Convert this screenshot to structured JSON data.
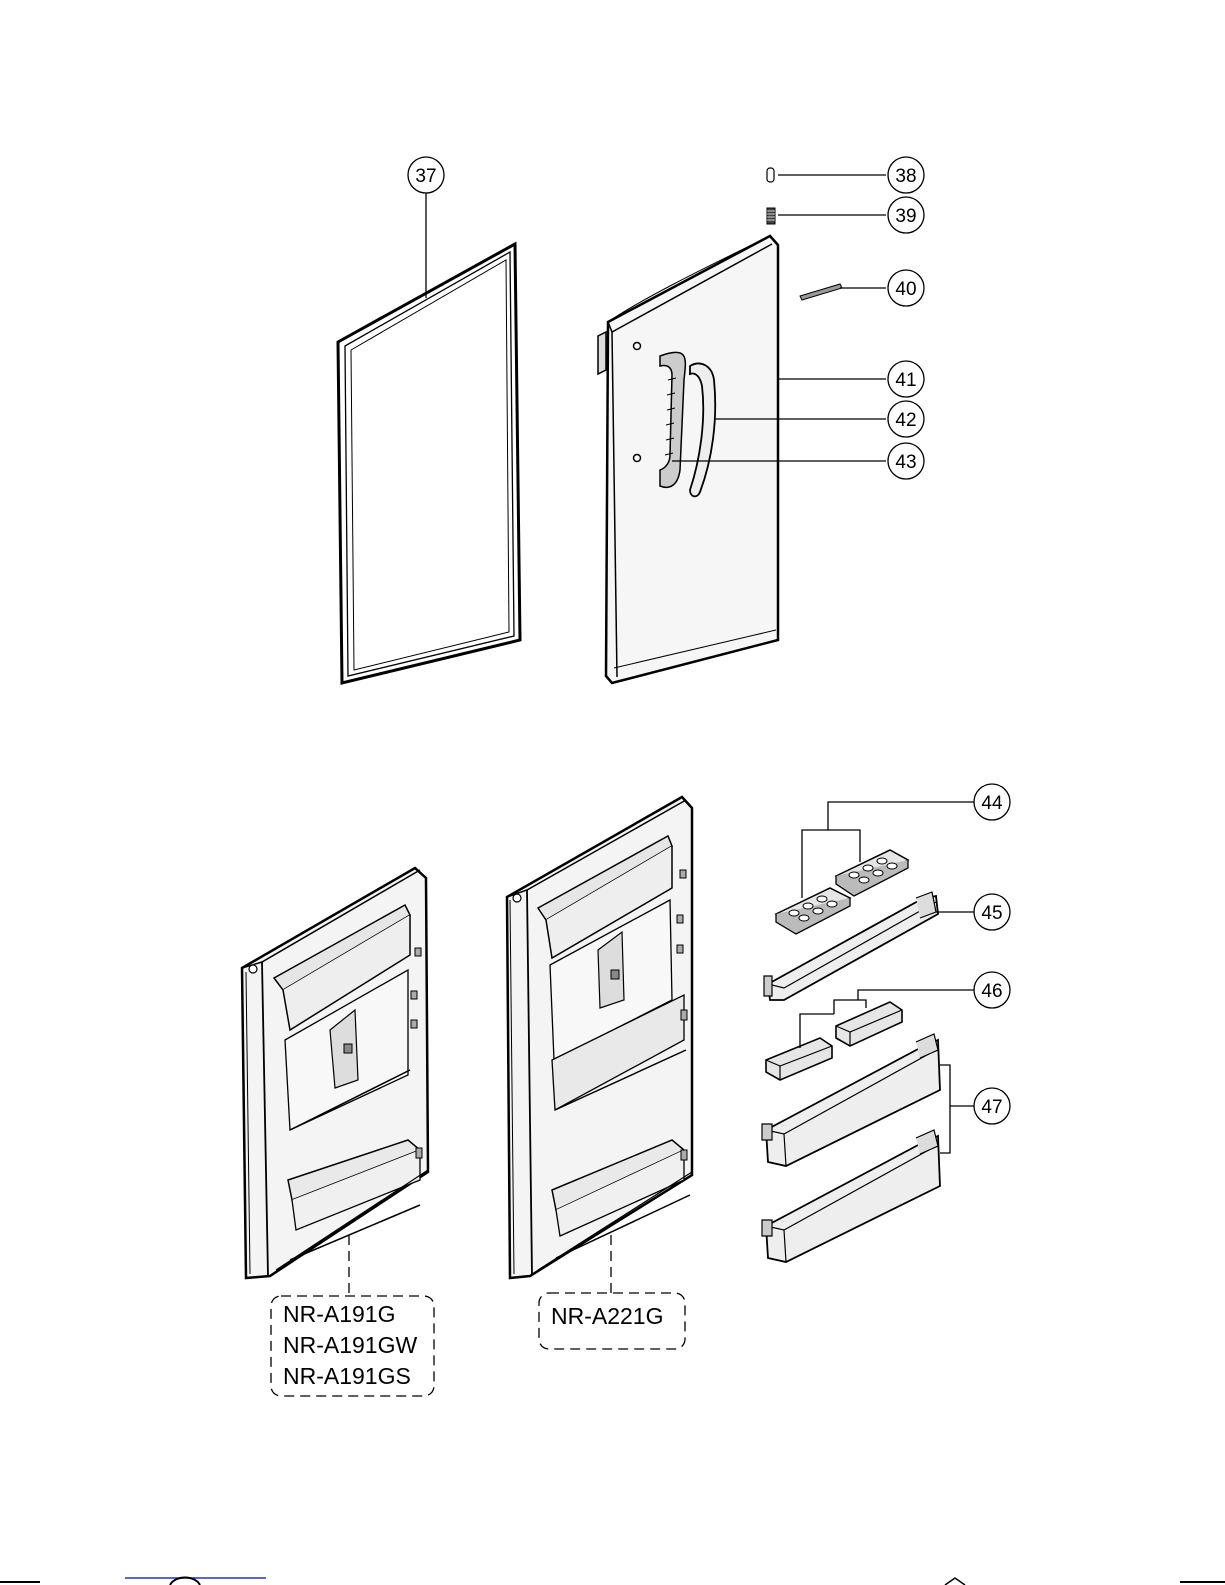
{
  "callouts": {
    "c37": "37",
    "c38": "38",
    "c39": "39",
    "c40": "40",
    "c41": "41",
    "c42": "42",
    "c43": "43",
    "c44": "44",
    "c45": "45",
    "c46": "46",
    "c47": "47"
  },
  "model_groups": [
    {
      "models": [
        "NR-A191G",
        "NR-A191GW",
        "NR-A191GS"
      ]
    },
    {
      "models": [
        "NR-A221G"
      ]
    }
  ],
  "colors": {
    "line": "#000000",
    "part_fill": "#f2f2f2",
    "background": "#ffffff",
    "footer_link": "#2b2bd6"
  }
}
